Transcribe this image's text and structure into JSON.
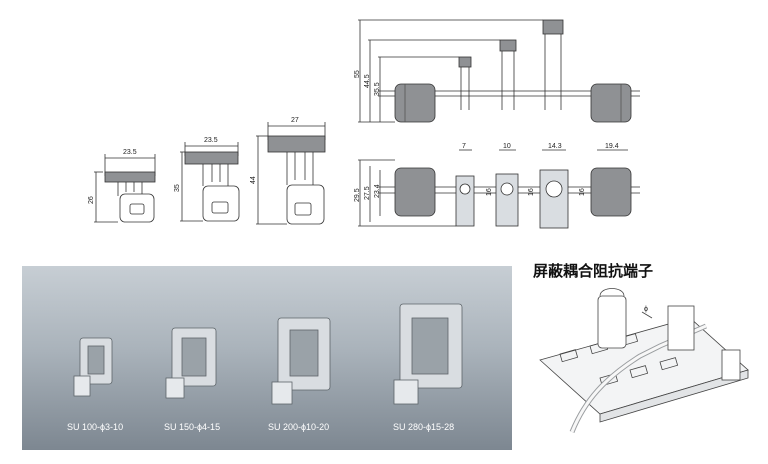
{
  "title": "屏蔽耦合阻抗端子",
  "captions": [
    "SU 100-ϕ3-10",
    "SU 150-ϕ4-15",
    "SU 200-ϕ10-20",
    "SU 280-ϕ15-28"
  ],
  "dims": {
    "su100_width": "23.5",
    "su100_height": "26",
    "su150_width": "23.5",
    "su150_height": "35",
    "su200_width": "27",
    "su200_height": "44",
    "side_h1": "55",
    "side_h2": "44.5",
    "side_h3": "35.5",
    "top_w1": "7",
    "top_w2": "10",
    "top_w3": "14.3",
    "top_w4": "19.4",
    "top_h1": "29.5",
    "top_h2": "27.5",
    "top_h3": "23.4",
    "slot1": "16",
    "slot2": "16",
    "slot3": "16"
  },
  "label_phi": "ϕ",
  "colors": {
    "photo_top": "#c7ced4",
    "photo_bottom": "#7d8791",
    "metal": "#d9dde1",
    "rubber": "#8f9194"
  }
}
